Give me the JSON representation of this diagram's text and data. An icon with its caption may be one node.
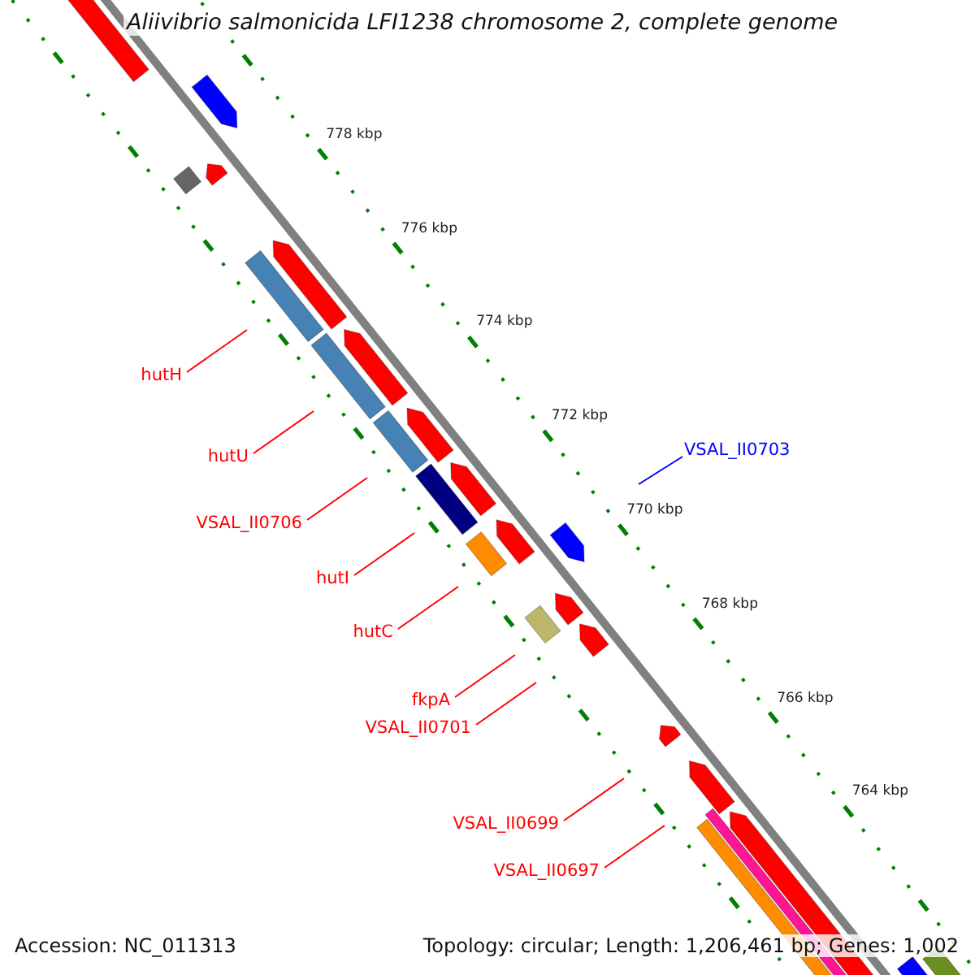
{
  "diagram": {
    "title": "Aliivibrio salmonicida LFI1238 chromosome 2, complete genome",
    "nodes": [
      {
        "text": [
          "hutH"
        ]
      },
      {
        "text": [
          "hutU"
        ]
      },
      {
        "text": [
          "VSAL_II0706"
        ]
      },
      {
        "text": [
          "hutI"
        ]
      },
      {
        "text": [
          "hutC"
        ]
      },
      {
        "text": [
          "fkpA"
        ]
      },
      {
        "text": [
          "VSAL_II0701"
        ]
      },
      {
        "text": [
          "VSAL_II0699"
        ]
      },
      {
        "text": [
          "VSAL_II0697"
        ]
      },
      {
        "text": [
          "VSAL_II0703"
        ]
      }
    ],
    "edges": [
      {
        "from": 0,
        "to": null,
        "arrow": "none"
      },
      {
        "from": 1,
        "to": null,
        "arrow": "none"
      },
      {
        "from": 2,
        "to": null,
        "arrow": "none"
      },
      {
        "from": 3,
        "to": null,
        "arrow": "none"
      },
      {
        "from": 4,
        "to": null,
        "arrow": "none"
      },
      {
        "from": 5,
        "to": null,
        "arrow": "none"
      },
      {
        "from": 6,
        "to": null,
        "arrow": "none"
      },
      {
        "from": 7,
        "to": null,
        "arrow": "none"
      },
      {
        "from": 8,
        "to": null,
        "arrow": "none"
      },
      {
        "from": 9,
        "to": null,
        "arrow": "none",
        "color": "#0000ff"
      }
    ],
    "labels": [
      "778 kbp",
      "776 kbp",
      "774 kbp",
      "772 kbp",
      "770 kbp",
      "768 kbp",
      "766 kbp",
      "764 kbp",
      "Accession: NC_011313",
      "Topology: circular; Length: 1,206,461 bp; Genes: 1,002"
    ]
  }
}
